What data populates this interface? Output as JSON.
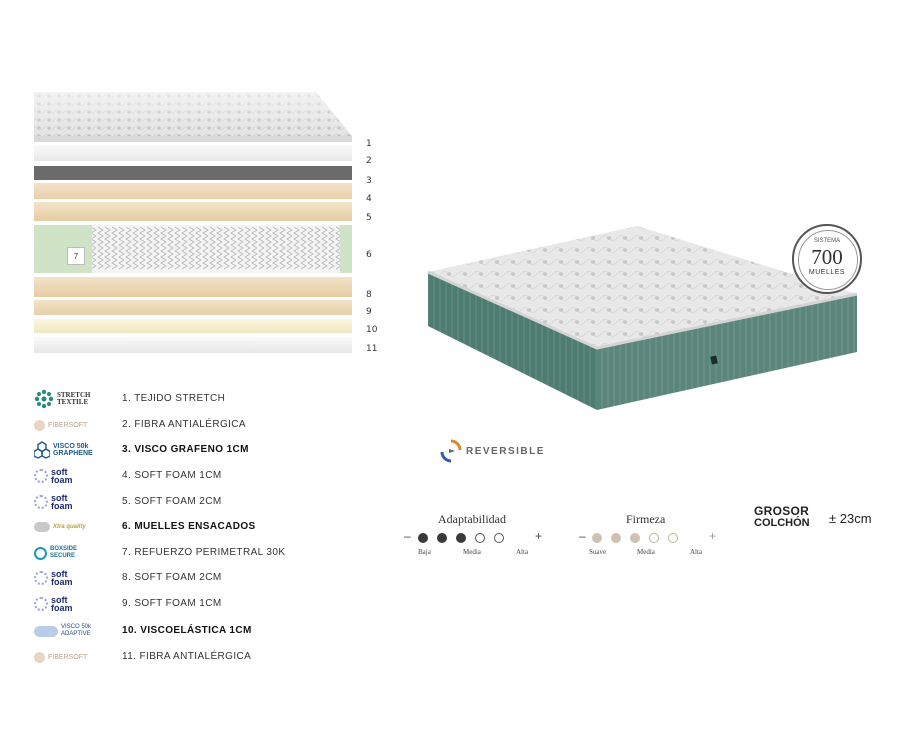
{
  "layer_numbers": [
    "1",
    "2",
    "3",
    "4",
    "5",
    "6",
    "7",
    "8",
    "9",
    "10",
    "11"
  ],
  "stack_badge": "7",
  "legend": [
    {
      "logo_icon": "stretch-textile-logo",
      "logo_text": [
        "STRETCH",
        "TEXTILE"
      ],
      "label": "1. TEJIDO STRETCH",
      "bold": false
    },
    {
      "logo_icon": "fibersoft-logo",
      "logo_text": [
        "FIBERSOFT"
      ],
      "label": "2. FIBRA ANTIALÉRGICA",
      "bold": false
    },
    {
      "logo_icon": "visco-graphene-logo",
      "logo_text": [
        "VISCO 50k",
        "GRAPHENE"
      ],
      "label": "3. VISCO GRAFENO 1CM",
      "bold": true
    },
    {
      "logo_icon": "soft-foam-logo",
      "logo_text": [
        "soft",
        "foam"
      ],
      "label": "4. SOFT FOAM 1CM",
      "bold": false
    },
    {
      "logo_icon": "soft-foam-logo",
      "logo_text": [
        "soft",
        "foam"
      ],
      "label": "5. SOFT FOAM 2CM",
      "bold": false
    },
    {
      "logo_icon": "xtra-quality-logo",
      "logo_text": [
        "Xtra quality"
      ],
      "label": "6. MUELLES ENSACADOS",
      "bold": true
    },
    {
      "logo_icon": "boxside-secure-logo",
      "logo_text": [
        "BOXSIDE",
        "SECURE"
      ],
      "label": "7. REFUERZO PERIMETRAL 30K",
      "bold": false
    },
    {
      "logo_icon": "soft-foam-logo",
      "logo_text": [
        "soft",
        "foam"
      ],
      "label": "8. SOFT FOAM 2CM",
      "bold": false
    },
    {
      "logo_icon": "soft-foam-logo",
      "logo_text": [
        "soft",
        "foam"
      ],
      "label": "9. SOFT FOAM 1CM",
      "bold": false
    },
    {
      "logo_icon": "visco-adaptive-logo",
      "logo_text": [
        "VISCO 50k",
        "ADAPTIVE"
      ],
      "label": "10. VISCOELÁSTICA 1CM",
      "bold": true
    },
    {
      "logo_icon": "fibersoft-logo",
      "logo_text": [
        "FIBERSOFT"
      ],
      "label": "11. FIBRA ANTIALÉRGICA",
      "bold": false
    }
  ],
  "badge": {
    "line1": "SISTEMA",
    "number": "700",
    "line2": "MUELLES"
  },
  "reversible": "REVERSIBLE",
  "adaptability": {
    "title": "Adaptabilidad",
    "low": "Baja",
    "mid": "Media",
    "high": "Alta",
    "minus": "–",
    "plus": "+",
    "level": 3,
    "steps": 5,
    "color": "#3a3a3a"
  },
  "firmness": {
    "title": "Firmeza",
    "low": "Suave",
    "mid": "Media",
    "high": "Alta",
    "minus": "–",
    "plus": "+",
    "level": 3,
    "steps": 5,
    "color": "#cfc2b4"
  },
  "thickness": {
    "line1": "GROSOR",
    "line2": "COLCHÓN",
    "value": "± 23cm"
  },
  "colors": {
    "mattress_side": "#4e7c70",
    "foam": "#ead5b6",
    "green": "#cfe3c6",
    "text": "#333333"
  }
}
